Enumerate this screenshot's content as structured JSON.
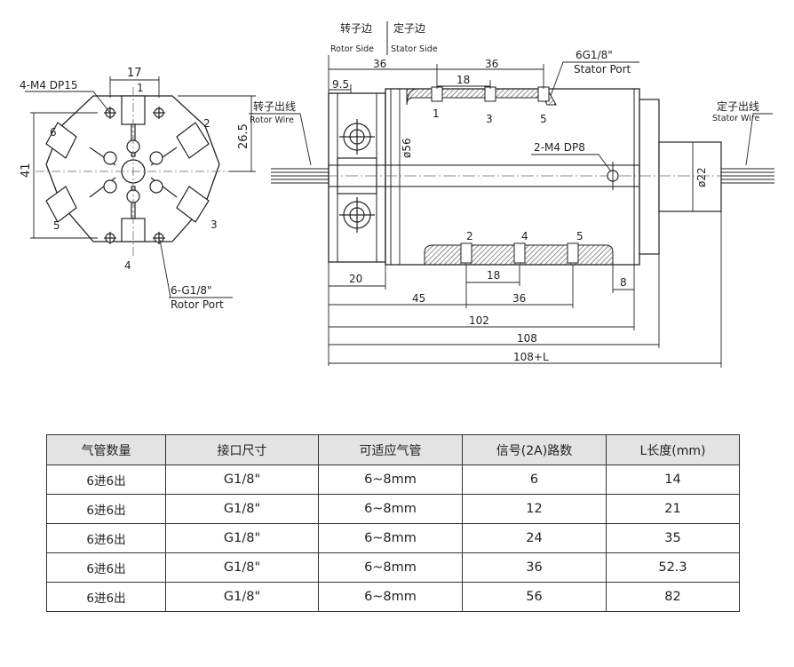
{
  "diagram": {
    "end_view": {
      "labels": {
        "mount_holes": "4-M4 DP15",
        "dim_width": "17",
        "dim_height": "41",
        "dim_offset": "26.5",
        "port_callout": "6-G1/8\"",
        "port_callout_en": "Rotor Port"
      },
      "port_numbers": [
        "1",
        "2",
        "3",
        "4",
        "5",
        "6"
      ]
    },
    "side_view": {
      "header": {
        "rotor_cn": "转子边",
        "stator_cn": "定子边",
        "rotor_en": "Rotor Side",
        "stator_en": "Stator Side"
      },
      "rotor_wire_cn": "转子出线",
      "rotor_wire_en": "Rotor Wire",
      "stator_wire_cn": "定子出线",
      "stator_wire_en": "Stator Wire",
      "stator_port": "6G1/8\"",
      "stator_port_en": "Stator Port",
      "m4_label": "2-M4 DP8",
      "dia_body": "ø56",
      "dia_flange": "ø22",
      "top_port_numbers": [
        "1",
        "3",
        "5"
      ],
      "bottom_port_numbers": [
        "2",
        "4",
        "5"
      ],
      "dims": {
        "d36_left": "36",
        "d36_right": "36",
        "d9_5": "9.5",
        "d18_top": "18",
        "d20": "20",
        "d45": "45",
        "d18_bottom": "18",
        "d36_bottom": "36",
        "d8": "8",
        "d102": "102",
        "d108": "108",
        "d108L": "108+L"
      }
    }
  },
  "table": {
    "headers": [
      "气管数量",
      "接口尺寸",
      "可适应气管",
      "信号(2A)路数",
      "L长度(mm)"
    ],
    "rows": [
      [
        "6进6出",
        "G1/8\"",
        "6~8mm",
        "6",
        "14"
      ],
      [
        "6进6出",
        "G1/8\"",
        "6~8mm",
        "12",
        "21"
      ],
      [
        "6进6出",
        "G1/8\"",
        "6~8mm",
        "24",
        "35"
      ],
      [
        "6进6出",
        "G1/8\"",
        "6~8mm",
        "36",
        "52.3"
      ],
      [
        "6进6出",
        "G1/8\"",
        "6~8mm",
        "56",
        "82"
      ]
    ]
  }
}
